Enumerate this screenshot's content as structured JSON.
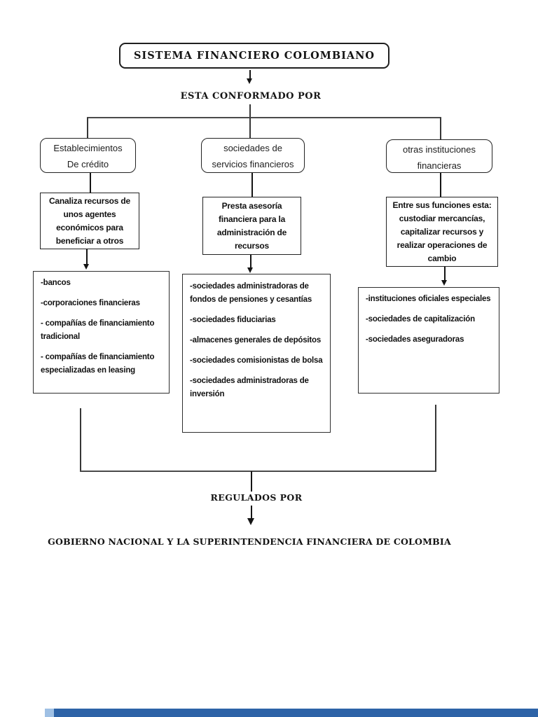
{
  "diagram": {
    "title": "SISTEMA FINANCIERO COLOMBIANO",
    "conformado_label": "ESTA CONFORMADO POR",
    "regulados_label": "REGULADOS POR",
    "regulator": "GOBIERNO NACIONAL Y LA SUPERINTENDENCIA FINANCIERA DE COLOMBIA"
  },
  "columns": [
    {
      "category_line1": "Establecimientos",
      "category_line2": "De crédito",
      "description": "Canaliza recursos de unos agentes económicos para beneficiar a otros",
      "items": [
        "-bancos",
        "-corporaciones financieras",
        "- compañías de financiamiento tradicional",
        "- compañías de financiamiento especializadas en leasing"
      ]
    },
    {
      "category_line1": "sociedades de",
      "category_line2": "servicios financieros",
      "description": "Presta asesoría financiera para la administración de recursos",
      "items": [
        "-sociedades administradoras de fondos de pensiones y cesantías",
        "-sociedades fiduciarias",
        "-almacenes generales de depósitos",
        "-sociedades comisionistas de bolsa",
        "-sociedades administradoras de inversión"
      ]
    },
    {
      "category_line1": "otras instituciones",
      "category_line2": "financieras",
      "description": "Entre sus funciones esta: custodiar mercancías, capitalizar recursos y realizar operaciones de cambio",
      "items": [
        "-instituciones oficiales especiales",
        "-sociedades de capitalización",
        "-sociedades aseguradoras"
      ]
    }
  ],
  "colors": {
    "next_page_bar": "#2d63a7",
    "next_page_bar_edge": "#9fc0e4",
    "connector_line": "#363636"
  }
}
